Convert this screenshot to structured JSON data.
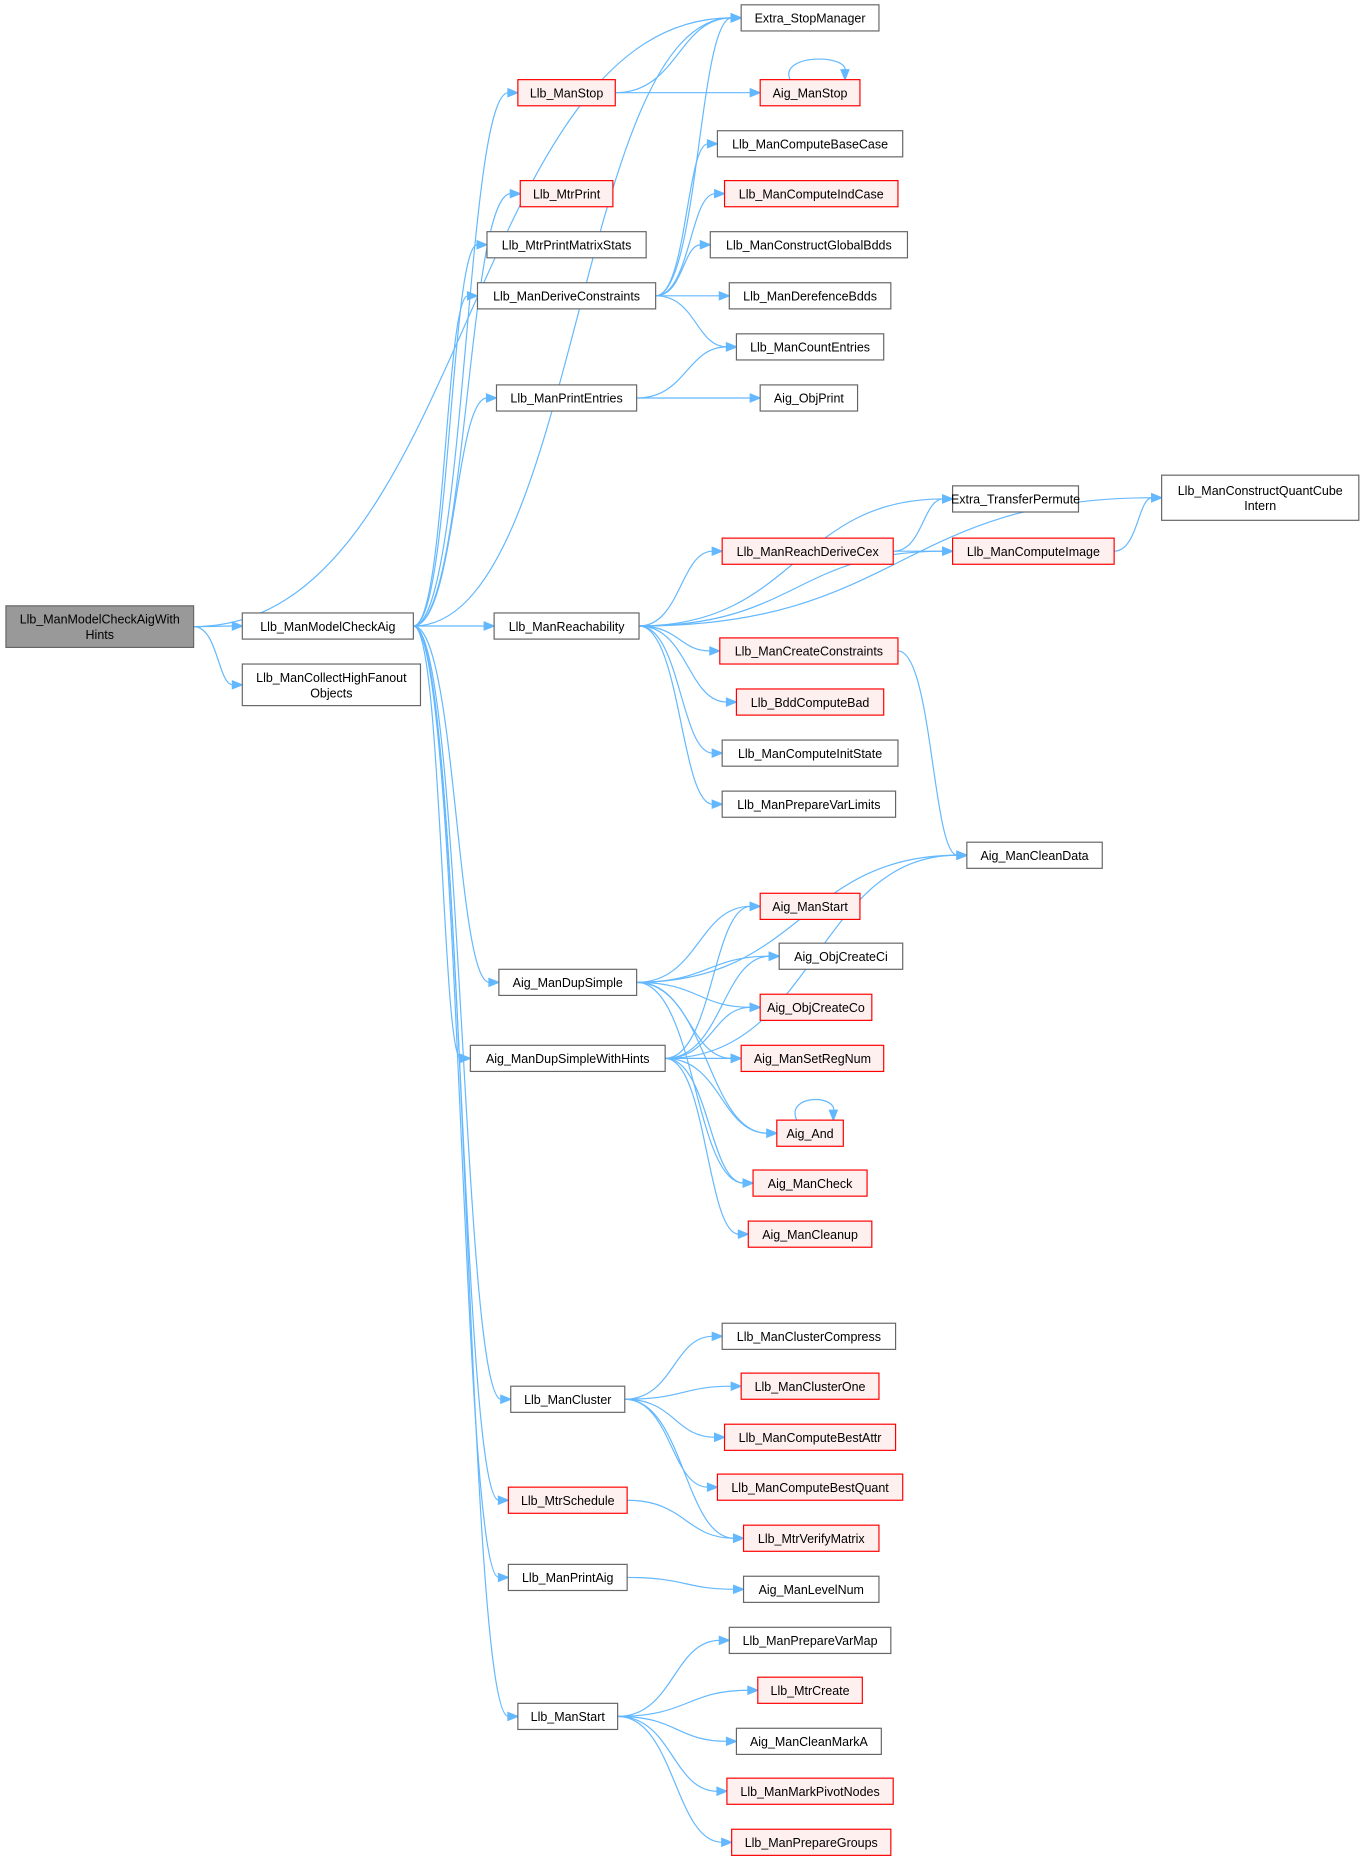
{
  "graph": {
    "title": "Call graph of Llb_ManModelCheckAigWithHints",
    "colors": {
      "edge": "#63b8ff",
      "root_fill": "#999999",
      "truncated_border": "#ff0000",
      "truncated_fill": "#fff0f0",
      "normal_border": "#666666"
    },
    "nodes": [
      {
        "id": "root",
        "lines": [
          "Llb_ManModelCheckAigWithHints"
        ],
        "lines2": [
          "Llb_ManModelCheckAigWith",
          "Hints"
        ],
        "kind": "root"
      },
      {
        "id": "mca",
        "lines": [
          "Llb_ManModelCheckAig"
        ],
        "kind": "normal"
      },
      {
        "id": "chf",
        "lines": [
          "Llb_ManCollectHighFanout",
          "Objects"
        ],
        "kind": "normal"
      },
      {
        "id": "esm",
        "lines": [
          "Extra_StopManager"
        ],
        "kind": "normal"
      },
      {
        "id": "lms",
        "lines": [
          "Llb_ManStop"
        ],
        "kind": "truncated"
      },
      {
        "id": "ams",
        "lines": [
          "Aig_ManStop"
        ],
        "kind": "truncated"
      },
      {
        "id": "cbc",
        "lines": [
          "Llb_ManComputeBaseCase"
        ],
        "kind": "normal"
      },
      {
        "id": "mp",
        "lines": [
          "Llb_MtrPrint"
        ],
        "kind": "truncated"
      },
      {
        "id": "cic",
        "lines": [
          "Llb_ManComputeIndCase"
        ],
        "kind": "truncated"
      },
      {
        "id": "pms",
        "lines": [
          "Llb_MtrPrintMatrixStats"
        ],
        "kind": "normal"
      },
      {
        "id": "cgb",
        "lines": [
          "Llb_ManConstructGlobalBdds"
        ],
        "kind": "normal"
      },
      {
        "id": "dc",
        "lines": [
          "Llb_ManDeriveConstraints"
        ],
        "kind": "normal"
      },
      {
        "id": "db",
        "lines": [
          "Llb_ManDerefenceBdds"
        ],
        "kind": "normal"
      },
      {
        "id": "ce",
        "lines": [
          "Llb_ManCountEntries"
        ],
        "kind": "normal"
      },
      {
        "id": "pe",
        "lines": [
          "Llb_ManPrintEntries"
        ],
        "kind": "normal"
      },
      {
        "id": "op",
        "lines": [
          "Aig_ObjPrint"
        ],
        "kind": "normal"
      },
      {
        "id": "qci",
        "lines": [
          "Llb_ManConstructQuantCube",
          "Intern"
        ],
        "kind": "normal"
      },
      {
        "id": "etp",
        "lines": [
          "Extra_TransferPermute"
        ],
        "kind": "normal"
      },
      {
        "id": "rdc",
        "lines": [
          "Llb_ManReachDeriveCex"
        ],
        "kind": "truncated"
      },
      {
        "id": "ci",
        "lines": [
          "Llb_ManComputeImage"
        ],
        "kind": "truncated"
      },
      {
        "id": "reach",
        "lines": [
          "Llb_ManReachability"
        ],
        "kind": "normal"
      },
      {
        "id": "cc",
        "lines": [
          "Llb_ManCreateConstraints"
        ],
        "kind": "truncated"
      },
      {
        "id": "bcb",
        "lines": [
          "Llb_BddComputeBad"
        ],
        "kind": "truncated"
      },
      {
        "id": "cis",
        "lines": [
          "Llb_ManComputeInitState"
        ],
        "kind": "normal"
      },
      {
        "id": "pvl",
        "lines": [
          "Llb_ManPrepareVarLimits"
        ],
        "kind": "normal"
      },
      {
        "id": "acd",
        "lines": [
          "Aig_ManCleanData"
        ],
        "kind": "normal"
      },
      {
        "id": "ast",
        "lines": [
          "Aig_ManStart"
        ],
        "kind": "truncated"
      },
      {
        "id": "occi",
        "lines": [
          "Aig_ObjCreateCi"
        ],
        "kind": "normal"
      },
      {
        "id": "ds",
        "lines": [
          "Aig_ManDupSimple"
        ],
        "kind": "normal"
      },
      {
        "id": "occo",
        "lines": [
          "Aig_ObjCreateCo"
        ],
        "kind": "truncated"
      },
      {
        "id": "dsh",
        "lines": [
          "Aig_ManDupSimpleWithHints"
        ],
        "kind": "normal"
      },
      {
        "id": "srn",
        "lines": [
          "Aig_ManSetRegNum"
        ],
        "kind": "truncated"
      },
      {
        "id": "and",
        "lines": [
          "Aig_And"
        ],
        "kind": "truncated"
      },
      {
        "id": "chk",
        "lines": [
          "Aig_ManCheck"
        ],
        "kind": "truncated"
      },
      {
        "id": "clu",
        "lines": [
          "Aig_ManCleanup"
        ],
        "kind": "truncated"
      },
      {
        "id": "ccmp",
        "lines": [
          "Llb_ManClusterCompress"
        ],
        "kind": "normal"
      },
      {
        "id": "cl",
        "lines": [
          "Llb_ManCluster"
        ],
        "kind": "normal"
      },
      {
        "id": "co",
        "lines": [
          "Llb_ManClusterOne"
        ],
        "kind": "truncated"
      },
      {
        "id": "cba",
        "lines": [
          "Llb_ManComputeBestAttr"
        ],
        "kind": "truncated"
      },
      {
        "id": "cbq",
        "lines": [
          "Llb_ManComputeBestQuant"
        ],
        "kind": "truncated"
      },
      {
        "id": "ms",
        "lines": [
          "Llb_MtrSchedule"
        ],
        "kind": "truncated"
      },
      {
        "id": "vm",
        "lines": [
          "Llb_MtrVerifyMatrix"
        ],
        "kind": "truncated"
      },
      {
        "id": "pa",
        "lines": [
          "Llb_ManPrintAig"
        ],
        "kind": "normal"
      },
      {
        "id": "ln",
        "lines": [
          "Aig_ManLevelNum"
        ],
        "kind": "normal"
      },
      {
        "id": "pvm",
        "lines": [
          "Llb_ManPrepareVarMap"
        ],
        "kind": "normal"
      },
      {
        "id": "mc",
        "lines": [
          "Llb_MtrCreate"
        ],
        "kind": "truncated"
      },
      {
        "id": "lst",
        "lines": [
          "Llb_ManStart"
        ],
        "kind": "normal"
      },
      {
        "id": "cma",
        "lines": [
          "Aig_ManCleanMarkA"
        ],
        "kind": "normal"
      },
      {
        "id": "mpn",
        "lines": [
          "Llb_ManMarkPivotNodes"
        ],
        "kind": "truncated"
      },
      {
        "id": "pg",
        "lines": [
          "Llb_ManPrepareGroups"
        ],
        "kind": "truncated"
      }
    ],
    "edges": [
      [
        "root",
        "mca"
      ],
      [
        "root",
        "chf"
      ],
      [
        "root",
        "esm"
      ],
      [
        "mca",
        "lms"
      ],
      [
        "mca",
        "mp"
      ],
      [
        "mca",
        "pms"
      ],
      [
        "mca",
        "dc"
      ],
      [
        "mca",
        "pe"
      ],
      [
        "mca",
        "reach"
      ],
      [
        "mca",
        "ds"
      ],
      [
        "mca",
        "dsh"
      ],
      [
        "mca",
        "cl"
      ],
      [
        "mca",
        "ms"
      ],
      [
        "mca",
        "pa"
      ],
      [
        "mca",
        "lst"
      ],
      [
        "mca",
        "esm"
      ],
      [
        "lms",
        "esm"
      ],
      [
        "lms",
        "ams"
      ],
      [
        "ams",
        "ams"
      ],
      [
        "dc",
        "esm"
      ],
      [
        "dc",
        "cbc"
      ],
      [
        "dc",
        "cic"
      ],
      [
        "dc",
        "cgb"
      ],
      [
        "dc",
        "db"
      ],
      [
        "dc",
        "ce"
      ],
      [
        "pe",
        "ce"
      ],
      [
        "pe",
        "op"
      ],
      [
        "reach",
        "qci"
      ],
      [
        "reach",
        "etp"
      ],
      [
        "reach",
        "rdc"
      ],
      [
        "reach",
        "ci"
      ],
      [
        "reach",
        "cc"
      ],
      [
        "reach",
        "bcb"
      ],
      [
        "reach",
        "cis"
      ],
      [
        "reach",
        "pvl"
      ],
      [
        "rdc",
        "etp"
      ],
      [
        "rdc",
        "ci"
      ],
      [
        "ci",
        "qci"
      ],
      [
        "cc",
        "acd"
      ],
      [
        "ds",
        "acd"
      ],
      [
        "ds",
        "ast"
      ],
      [
        "ds",
        "occi"
      ],
      [
        "ds",
        "occo"
      ],
      [
        "ds",
        "srn"
      ],
      [
        "ds",
        "and"
      ],
      [
        "ds",
        "chk"
      ],
      [
        "dsh",
        "ast"
      ],
      [
        "dsh",
        "occi"
      ],
      [
        "dsh",
        "occo"
      ],
      [
        "dsh",
        "srn"
      ],
      [
        "dsh",
        "and"
      ],
      [
        "dsh",
        "chk"
      ],
      [
        "dsh",
        "clu"
      ],
      [
        "dsh",
        "acd"
      ],
      [
        "and",
        "and"
      ],
      [
        "cl",
        "ccmp"
      ],
      [
        "cl",
        "co"
      ],
      [
        "cl",
        "cba"
      ],
      [
        "cl",
        "cbq"
      ],
      [
        "cl",
        "vm"
      ],
      [
        "ms",
        "vm"
      ],
      [
        "pa",
        "ln"
      ],
      [
        "lst",
        "pvm"
      ],
      [
        "lst",
        "mc"
      ],
      [
        "lst",
        "cma"
      ],
      [
        "lst",
        "mpn"
      ],
      [
        "lst",
        "pg"
      ]
    ]
  }
}
